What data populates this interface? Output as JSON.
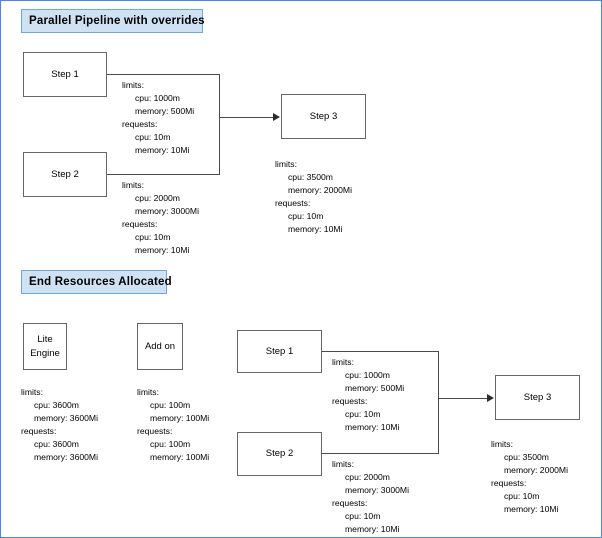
{
  "sections": {
    "top": {
      "banner": "Parallel Pipeline with  overrides",
      "step1": {
        "label": "Step 1"
      },
      "step2": {
        "label": "Step 2"
      },
      "step3": {
        "label": "Step 3"
      },
      "spec1": {
        "limits_label": "limits:",
        "limits_cpu": "cpu: 1000m",
        "limits_mem": "memory: 500Mi",
        "requests_label": "requests:",
        "requests_cpu": "cpu: 10m",
        "requests_mem": "memory: 10Mi"
      },
      "spec2": {
        "limits_label": "limits:",
        "limits_cpu": "cpu: 2000m",
        "limits_mem": "memory: 3000Mi",
        "requests_label": "requests:",
        "requests_cpu": "cpu: 10m",
        "requests_mem": "memory: 10Mi"
      },
      "spec3": {
        "limits_label": "limits:",
        "limits_cpu": "cpu: 3500m",
        "limits_mem": "memory: 2000Mi",
        "requests_label": "requests:",
        "requests_cpu": "cpu: 10m",
        "requests_mem": "memory: 10Mi"
      }
    },
    "bottom": {
      "banner": "End Resources Allocated",
      "lite_engine": {
        "line1": "Lite",
        "line2": "Engine"
      },
      "addon": {
        "label": "Add on"
      },
      "step1": {
        "label": "Step 1"
      },
      "step2": {
        "label": "Step 2"
      },
      "step3": {
        "label": "Step 3"
      },
      "spec_lite": {
        "limits_label": "limits:",
        "limits_cpu": "cpu: 3600m",
        "limits_mem": "memory: 3600Mi",
        "requests_label": "requests:",
        "requests_cpu": "cpu: 3600m",
        "requests_mem": "memory: 3600Mi"
      },
      "spec_addon": {
        "limits_label": "limits:",
        "limits_cpu": "cpu: 100m",
        "limits_mem": "memory: 100Mi",
        "requests_label": "requests:",
        "requests_cpu": "cpu: 100m",
        "requests_mem": "memory: 100Mi"
      },
      "spec1": {
        "limits_label": "limits:",
        "limits_cpu": "cpu: 1000m",
        "limits_mem": "memory: 500Mi",
        "requests_label": "requests:",
        "requests_cpu": "cpu: 10m",
        "requests_mem": "memory: 10Mi"
      },
      "spec2": {
        "limits_label": "limits:",
        "limits_cpu": "cpu: 2000m",
        "limits_mem": "memory: 3000Mi",
        "requests_label": "requests:",
        "requests_cpu": "cpu: 10m",
        "requests_mem": "memory: 10Mi"
      },
      "spec3": {
        "limits_label": "limits:",
        "limits_cpu": "cpu: 3500m",
        "limits_mem": "memory: 2000Mi",
        "requests_label": "requests:",
        "requests_cpu": "cpu: 10m",
        "requests_mem": "memory: 10Mi"
      }
    }
  },
  "colors": {
    "banner_fill": "#cfe2f3",
    "banner_border": "#6fa8dc",
    "box_border": "#666666",
    "connector": "#4a4a4a",
    "page_border": "#4a86e8"
  }
}
